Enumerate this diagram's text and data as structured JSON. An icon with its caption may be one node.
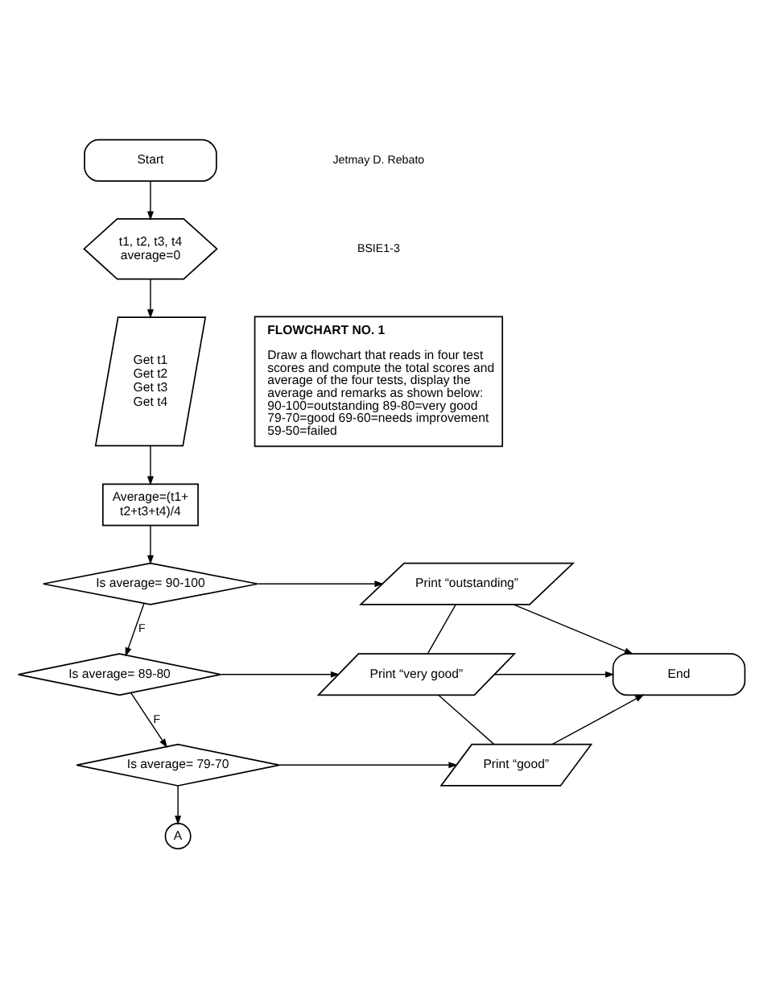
{
  "diagram": {
    "nodes": [
      {
        "text": [
          "Start"
        ]
      },
      {
        "text": [
          "t1, t2, t3, t4 average=0"
        ]
      },
      {
        "text": [
          "Get t1 Get t2 Get t3 Get t4"
        ]
      },
      {
        "text": [
          "Average=(t1+ t2+t3+t4)/4"
        ]
      },
      {
        "text": [
          "Is average= 90-100"
        ]
      },
      {
        "text": [
          "Print “outstanding”"
        ]
      },
      {
        "text": [
          "Is average= 89-80"
        ]
      },
      {
        "text": [
          "Print “very good”"
        ]
      },
      {
        "text": [
          "Is average= 79-70"
        ]
      },
      {
        "text": [
          "Print “good”"
        ]
      },
      {
        "text": [
          "End"
        ]
      },
      {
        "text": [
          "A"
        ]
      },
      {
        "text": [
          "FLOWCHART NO. 1",
          "Draw a flowchart that reads in four test scores and compute the total scores and average of the four tests, display the average and remarks as shown below: 90-100=outstanding 89-80=very good 79-70=good 69-60=needs improvement 59-50=failed"
        ]
      }
    ],
    "edges": [
      {
        "from": 0,
        "to": 1,
        "arrow": "to"
      },
      {
        "from": 1,
        "to": 2,
        "arrow": "to"
      },
      {
        "from": 2,
        "to": 3,
        "arrow": "to"
      },
      {
        "from": 3,
        "to": 4,
        "arrow": "to"
      },
      {
        "from": 4,
        "to": 5,
        "arrow": "to"
      },
      {
        "from": 4,
        "to": 6,
        "arrow": "to",
        "label": "F"
      },
      {
        "from": 5,
        "to": 10,
        "arrow": "to"
      },
      {
        "from": 6,
        "to": 7,
        "arrow": "to"
      },
      {
        "from": 6,
        "to": 8,
        "arrow": "to",
        "label": "F"
      },
      {
        "from": 7,
        "to": 10,
        "arrow": "to"
      },
      {
        "from": 8,
        "to": 9,
        "arrow": "to"
      },
      {
        "from": 9,
        "to": 10,
        "arrow": "to"
      },
      {
        "from": 8,
        "to": 11,
        "arrow": "to"
      },
      {
        "from": 5,
        "to": 7,
        "arrow": "none"
      },
      {
        "from": 7,
        "to": 9,
        "arrow": "none"
      }
    ],
    "labels": [
      "Jetmay D. Rebato",
      "BSIE1-3"
    ]
  }
}
